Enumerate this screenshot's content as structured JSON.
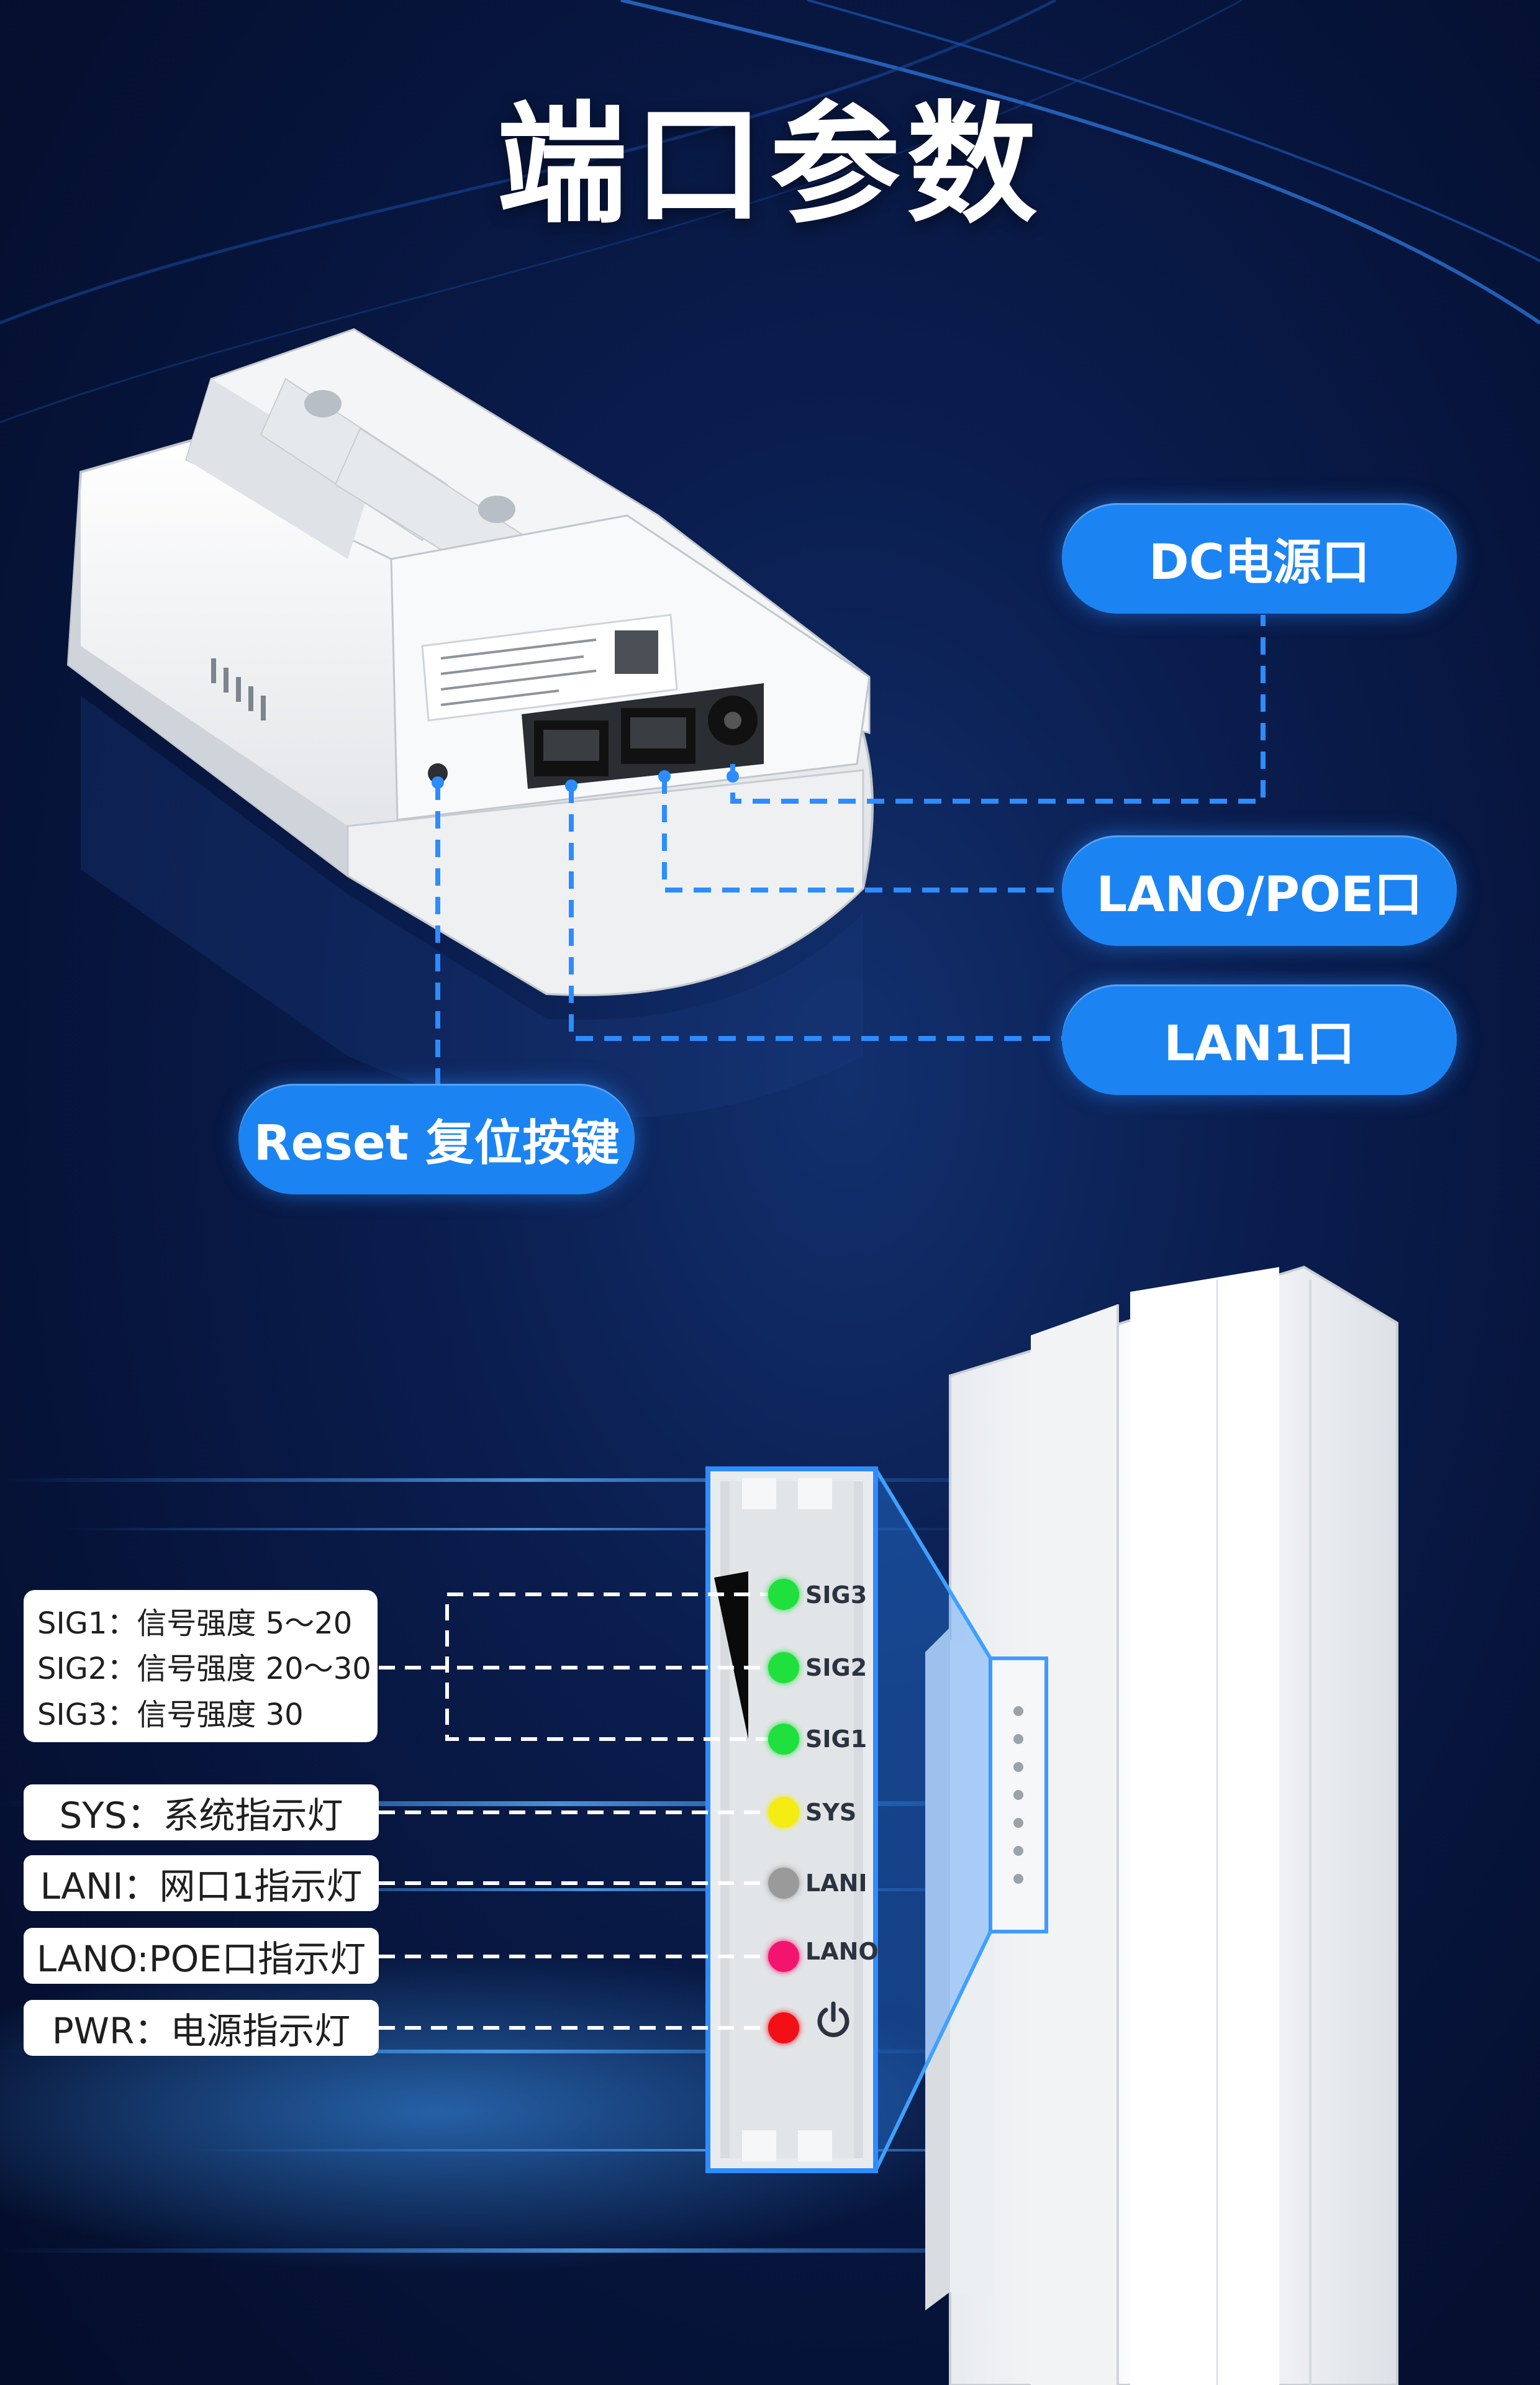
{
  "title": "端口参数",
  "ports": {
    "dc": "DC电源口",
    "lan0": "LANO/POE口",
    "lan1": "LAN1口",
    "reset": "Reset 复位按键"
  },
  "signal_legend": {
    "sig1": "SIG1：信号强度 5～20",
    "sig2": "SIG2：信号强度 20～30",
    "sig3": "SIG3：信号强度 30"
  },
  "indicators": {
    "sys": "SYS：系统指示灯",
    "lan1": "LANI：网口1指示灯",
    "lan0": "LANO:POE口指示灯",
    "pwr": "PWR：电源指示灯"
  },
  "panel_labels": {
    "sig3": "SIG3",
    "sig2": "SIG2",
    "sig1": "SIG1",
    "sys": "SYS",
    "lan1": "LANI",
    "lan0": "LANO"
  },
  "led_colors": {
    "sig3": "#1fe03c",
    "sig2": "#1fe03c",
    "sig1": "#1fe03c",
    "sys": "#f4ec12",
    "lan1": "#9a9a9a",
    "lan0": "#f2146e",
    "pwr": "#f20f16"
  },
  "icons": [
    "power-icon",
    "ethernet-port-icon",
    "dc-jack-icon"
  ]
}
